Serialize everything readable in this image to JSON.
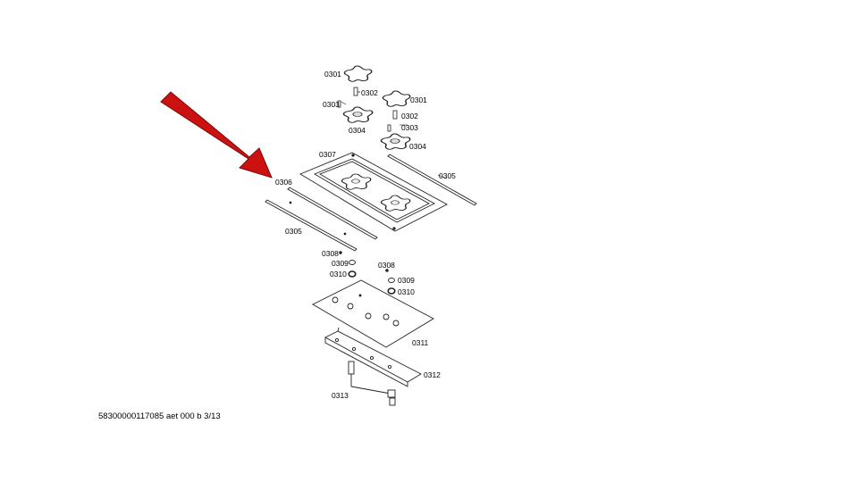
{
  "labels": {
    "l0301a": "0301",
    "l0302a": "0302",
    "l0303a": "0303",
    "l0304a": "0304",
    "l0301b": "0301",
    "l0302b": "0302",
    "l0303b": "0303",
    "l0304b": "0304",
    "l0307": "0307",
    "l0305a": "0305",
    "l0306": "0306",
    "l0305b": "0305",
    "l0308a": "0308",
    "l0309a": "0309",
    "l0310a": "0310",
    "l0308b": "0308",
    "l0309b": "0309",
    "l0310b": "0310",
    "l0311": "0311",
    "l0312": "0312",
    "l0313": "0313"
  },
  "footer": "58300000117085 aet 000 b 3/13",
  "colors": {
    "arrow": "#cc1111",
    "arrow_edge": "#7a0a0a",
    "line": "#222222"
  },
  "icons": [
    "arrow-pointer-icon",
    "burner-cap-icon",
    "burner-base-icon",
    "screw-icon",
    "gasket-icon"
  ]
}
